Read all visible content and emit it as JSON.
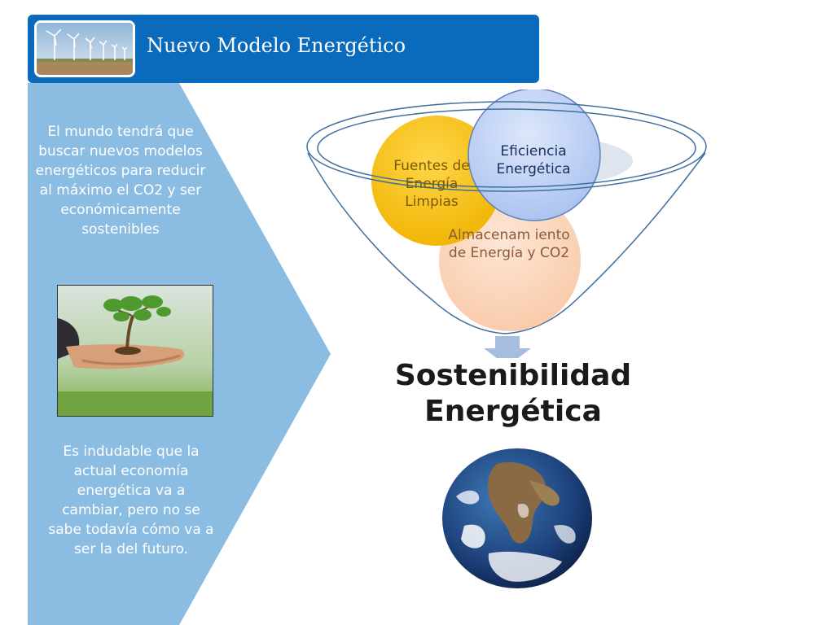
{
  "header": {
    "title": "Nuevo Modelo Energético",
    "thumb_icon": "wind-turbines-photo"
  },
  "sidebar": {
    "text_top": "El mundo tendrá  que buscar nuevos modelos energéticos para reducir al máximo el CO2 y ser económicamente sostenibles",
    "photo_icon": "hands-holding-tree-photo",
    "text_bottom": "Es indudable que la actual economía energética va a cambiar, pero no se sabe todavía cómo va a ser la del futuro."
  },
  "diagram": {
    "circle_fuentes": "Fuentes de Energía Limpias",
    "circle_eficiencia": "Eficiencia Energética",
    "circle_almacenamiento": "Almacenam iento de Energía y CO2",
    "result_title": "Sostenibilidad Energética",
    "result_icon": "earth-globe-photo"
  },
  "colors": {
    "header_bg": "#0a6bbd",
    "sidebar_bg": "#8bbde3",
    "funnel_stroke": "#3e6f9e",
    "fuentes_fill": "#f5bf12",
    "eficiencia_fill": "#c3d5f7",
    "almacen_fill": "#fbd9c3",
    "arrow_fill": "#a7bde0"
  }
}
